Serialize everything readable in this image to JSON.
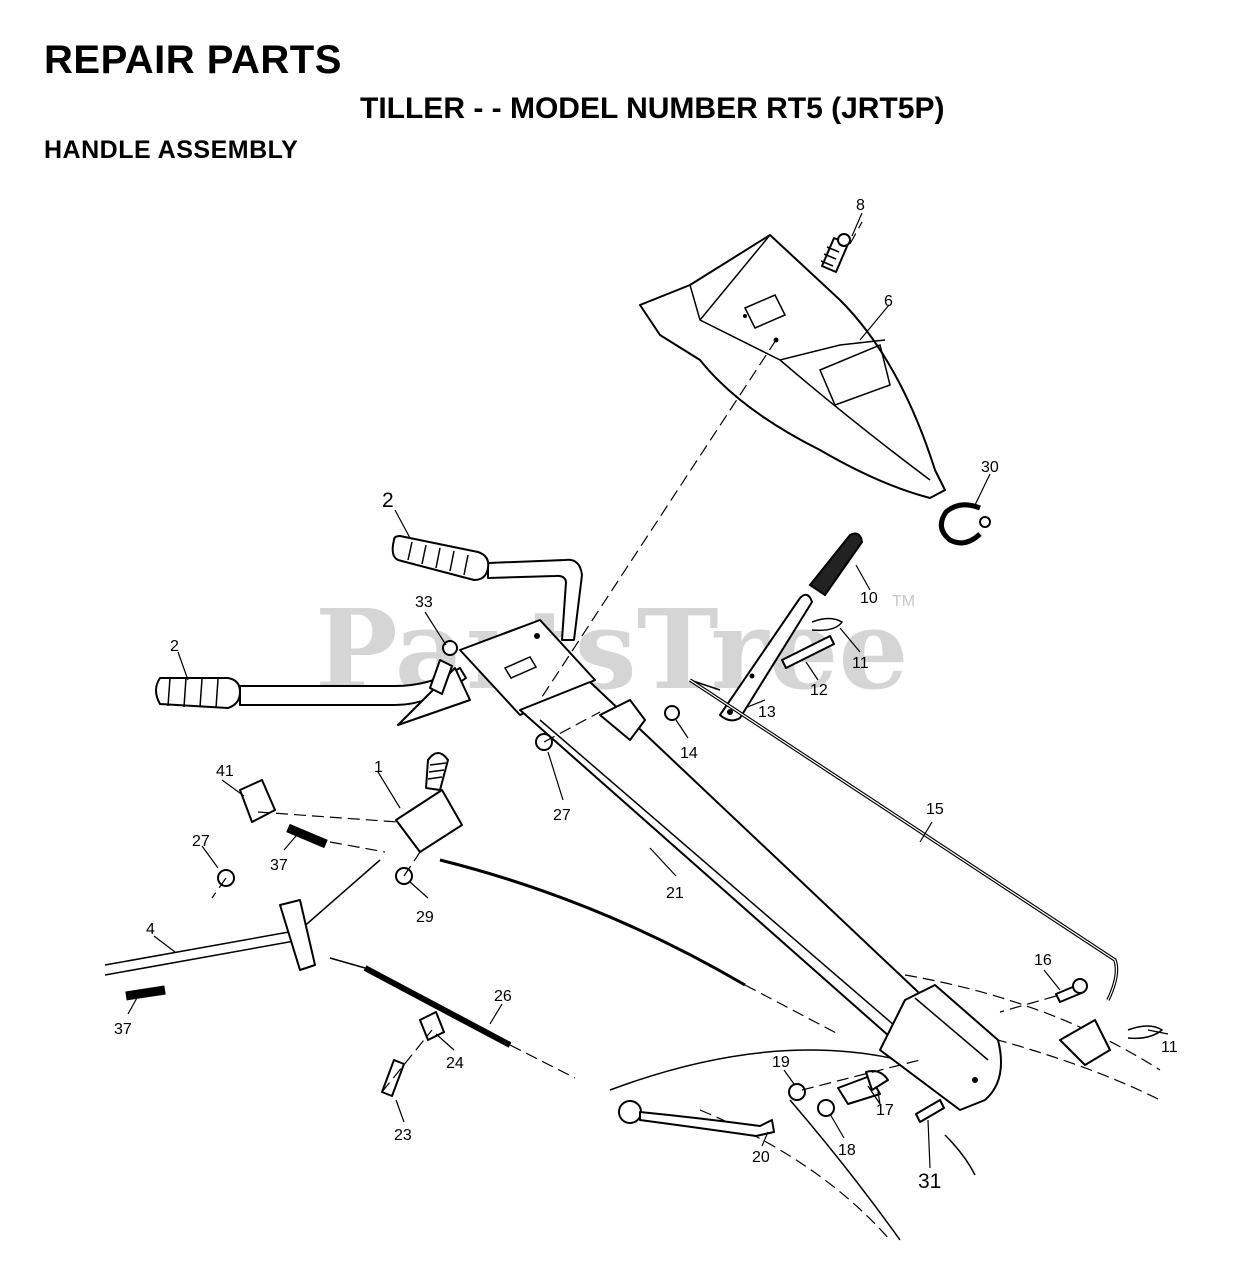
{
  "header": {
    "title": "REPAIR PARTS",
    "subtitle": "TILLER - - MODEL NUMBER RT5 (JRT5P)",
    "section": "HANDLE ASSEMBLY"
  },
  "watermark": {
    "text": "PartsTree",
    "tm": "TM"
  },
  "callouts": {
    "p1": "1",
    "p2a": "2",
    "p2b": "2",
    "p4": "4",
    "p6": "6",
    "p8": "8",
    "p10": "10",
    "p11a": "11",
    "p11b": "11",
    "p12": "12",
    "p13": "13",
    "p14": "14",
    "p15": "15",
    "p16": "16",
    "p17": "17",
    "p18": "18",
    "p19": "19",
    "p20": "20",
    "p21": "21",
    "p23": "23",
    "p24": "24",
    "p26": "26",
    "p27a": "27",
    "p27b": "27",
    "p29": "29",
    "p30": "30",
    "p31": "31",
    "p33": "33",
    "p37a": "37",
    "p37b": "37",
    "p41": "41"
  }
}
